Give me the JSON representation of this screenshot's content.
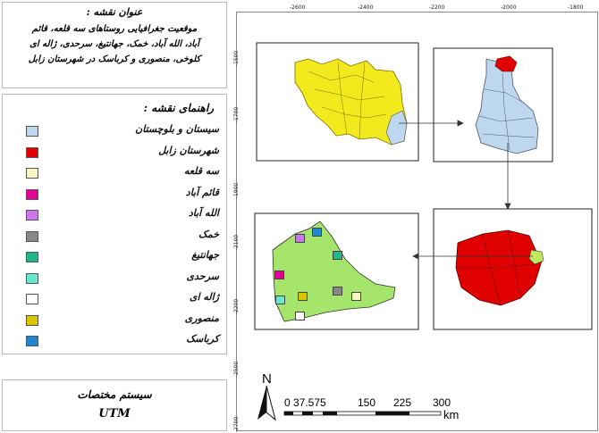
{
  "title_box": {
    "heading": "عنوان نقشه :",
    "line1": "موقعیت جغرافیایی روستاهای سه قلعه، قائم",
    "line2": "آباد، الله آباد، خمک، جهانتیغ، سرحدی، ژاله ای",
    "line3": "کلوخی، منصوری و کرباسک در شهرستان زابل"
  },
  "legend": {
    "heading": "راهنمای نقشه :",
    "items": [
      {
        "label": "سیستان و بلوچستان",
        "color": "#bcd7ee"
      },
      {
        "label": "شهرستان زابل",
        "color": "#e00000"
      },
      {
        "label": "سه قلعه",
        "color": "#fbf3c2"
      },
      {
        "label": "قائم آباد",
        "color": "#e6009a"
      },
      {
        "label": "الله آباد",
        "color": "#cc77ee"
      },
      {
        "label": "خمک",
        "color": "#888888"
      },
      {
        "label": "جهانتیغ",
        "color": "#1fb88a"
      },
      {
        "label": "سرحدی",
        "color": "#66e8cf"
      },
      {
        "label": "ژاله ای",
        "color": "#ffffff"
      },
      {
        "label": "منصوری",
        "color": "#d9c400"
      },
      {
        "label": "کرباسک",
        "color": "#1f86d4"
      }
    ]
  },
  "coord_box": {
    "heading": "سیستم مختصات",
    "value": "UTM"
  },
  "scale": {
    "north": "N",
    "labels": [
      "0",
      "37.575",
      "150",
      "225",
      "300"
    ],
    "unit": "km"
  },
  "axis_ticks": {
    "x": [
      "-2600",
      "-2400",
      "-2200",
      "-2000",
      "-1800"
    ],
    "y": [
      "-1500",
      "-1700",
      "-1900",
      "-2100",
      "-2200",
      "-2500",
      "-2700"
    ]
  }
}
